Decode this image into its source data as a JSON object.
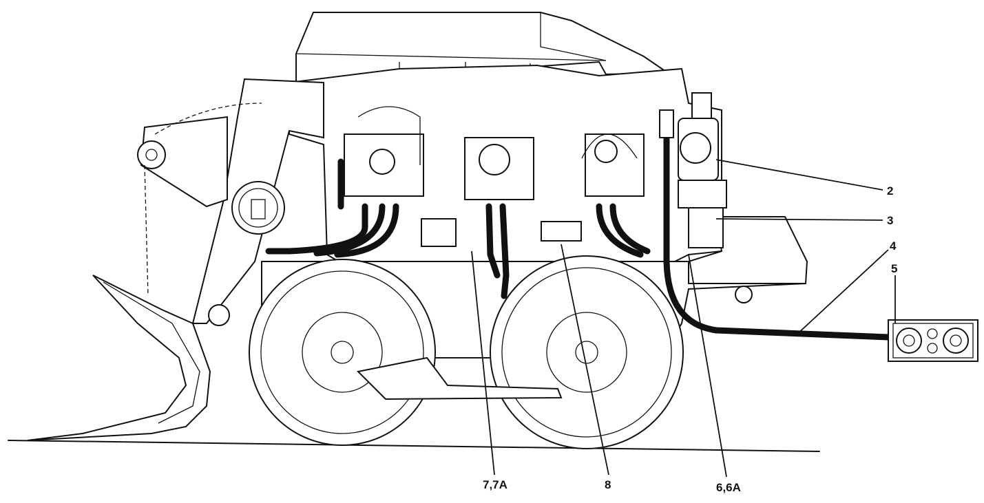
{
  "callouts": {
    "c2": "2",
    "c3": "3",
    "c4": "4",
    "c5": "5",
    "c6": "6,6A",
    "c7": "7,7A",
    "c8": "8"
  }
}
